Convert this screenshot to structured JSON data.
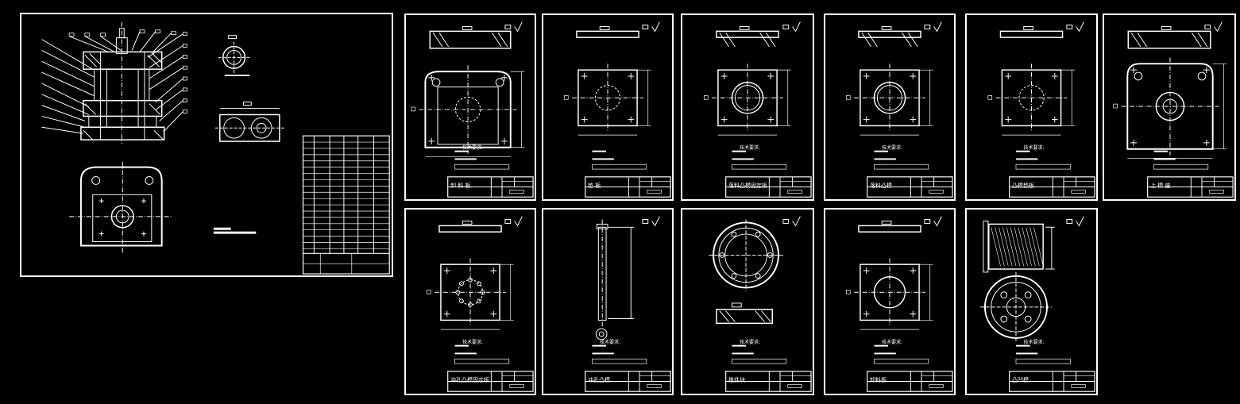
{
  "canvas": {
    "background": "#000000",
    "line_color": "#ffffff",
    "accent": "#ffffff"
  },
  "assembly": {
    "title": ""
  },
  "parts": [
    {
      "id": "p1",
      "title": "卸 料 板",
      "notes": "技术要求:"
    },
    {
      "id": "p2",
      "title": "垫 板",
      "notes": ""
    },
    {
      "id": "p3",
      "title": "落料凸模固定板",
      "notes": "技术要求:"
    },
    {
      "id": "p4",
      "title": "落料凸模",
      "notes": "技术要求:"
    },
    {
      "id": "p5",
      "title": "凸模垫板",
      "notes": "技术要求:"
    },
    {
      "id": "p6",
      "title": "上 模 座",
      "notes": ""
    },
    {
      "id": "p7",
      "title": "冲孔凸模固定板",
      "notes": "技术要求:"
    },
    {
      "id": "p8",
      "title": "冲孔凸模",
      "notes": "技术要求:"
    },
    {
      "id": "p9",
      "title": "推件块",
      "notes": "技术要求:"
    },
    {
      "id": "p10",
      "title": "卸料板",
      "notes": "技术要求:"
    },
    {
      "id": "p11",
      "title": "凸凹模",
      "notes": "技术要求:"
    }
  ]
}
